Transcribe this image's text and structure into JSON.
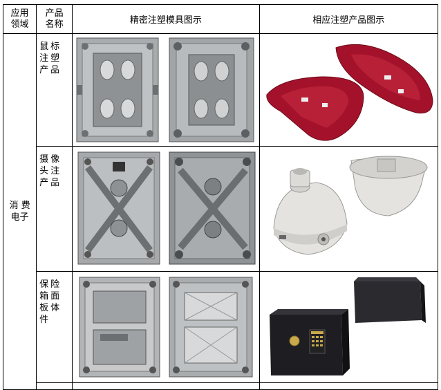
{
  "header": {
    "col1_line1": "应用",
    "col1_line2": "领域",
    "col2_line1": "产品",
    "col2_line2": "名称",
    "col3": "精密注塑模具图示",
    "col4": "相应注塑产品图示"
  },
  "domain": {
    "line1": "消 费",
    "line2": "电子"
  },
  "rows": [
    {
      "name": "鼠标注塑产品"
    },
    {
      "name": "摄像头注产品"
    },
    {
      "name": "保险箱面板体件"
    }
  ],
  "colors": {
    "mold_steel": "#a9acae",
    "mold_dark": "#6c7073",
    "mouse_red": "#a3122a",
    "camera_white": "#e4e3df",
    "safe_black": "#1e1e22"
  }
}
